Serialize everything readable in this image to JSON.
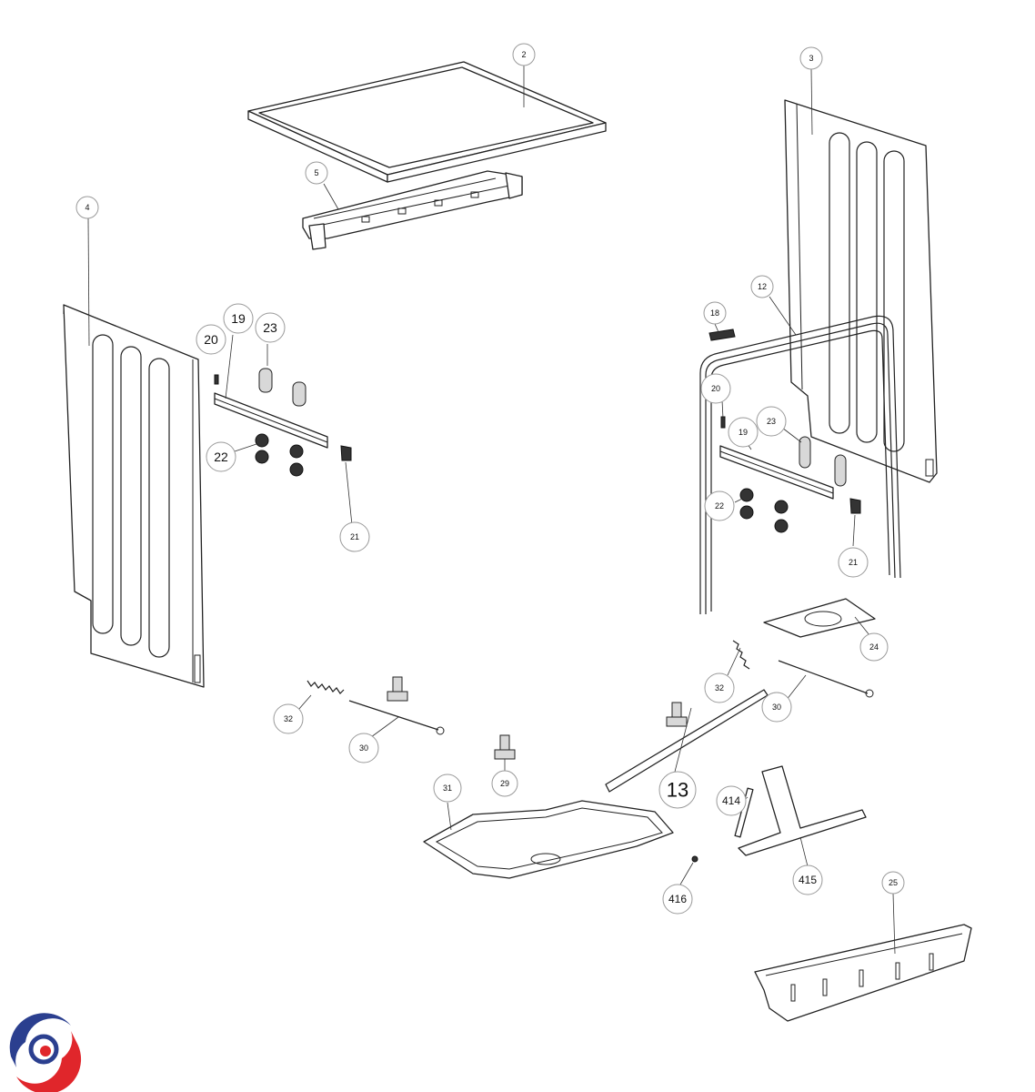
{
  "diagram": {
    "callouts": [
      {
        "id": "c2",
        "label": "2"
      },
      {
        "id": "c3",
        "label": "3"
      },
      {
        "id": "c4",
        "label": "4"
      },
      {
        "id": "c5",
        "label": "5"
      },
      {
        "id": "c12",
        "label": "12"
      },
      {
        "id": "c18",
        "label": "18"
      },
      {
        "id": "c19a",
        "label": "19"
      },
      {
        "id": "c20a",
        "label": "20"
      },
      {
        "id": "c23a",
        "label": "23"
      },
      {
        "id": "c22a",
        "label": "22"
      },
      {
        "id": "c21a",
        "label": "21"
      },
      {
        "id": "c20b",
        "label": "20"
      },
      {
        "id": "c23b",
        "label": "23"
      },
      {
        "id": "c19b",
        "label": "19"
      },
      {
        "id": "c22b",
        "label": "22"
      },
      {
        "id": "c21b",
        "label": "21"
      },
      {
        "id": "c24",
        "label": "24"
      },
      {
        "id": "c32a",
        "label": "32"
      },
      {
        "id": "c30a",
        "label": "30"
      },
      {
        "id": "c32b",
        "label": "32"
      },
      {
        "id": "c30b",
        "label": "30"
      },
      {
        "id": "c29",
        "label": "29"
      },
      {
        "id": "c31",
        "label": "31"
      },
      {
        "id": "c13",
        "label": "13"
      },
      {
        "id": "c414",
        "label": "414"
      },
      {
        "id": "c415",
        "label": "415"
      },
      {
        "id": "c416",
        "label": "416"
      },
      {
        "id": "c25",
        "label": "25"
      }
    ]
  },
  "logo": {
    "colors": {
      "blue": "#2b3f8f",
      "red": "#e0262b"
    }
  }
}
